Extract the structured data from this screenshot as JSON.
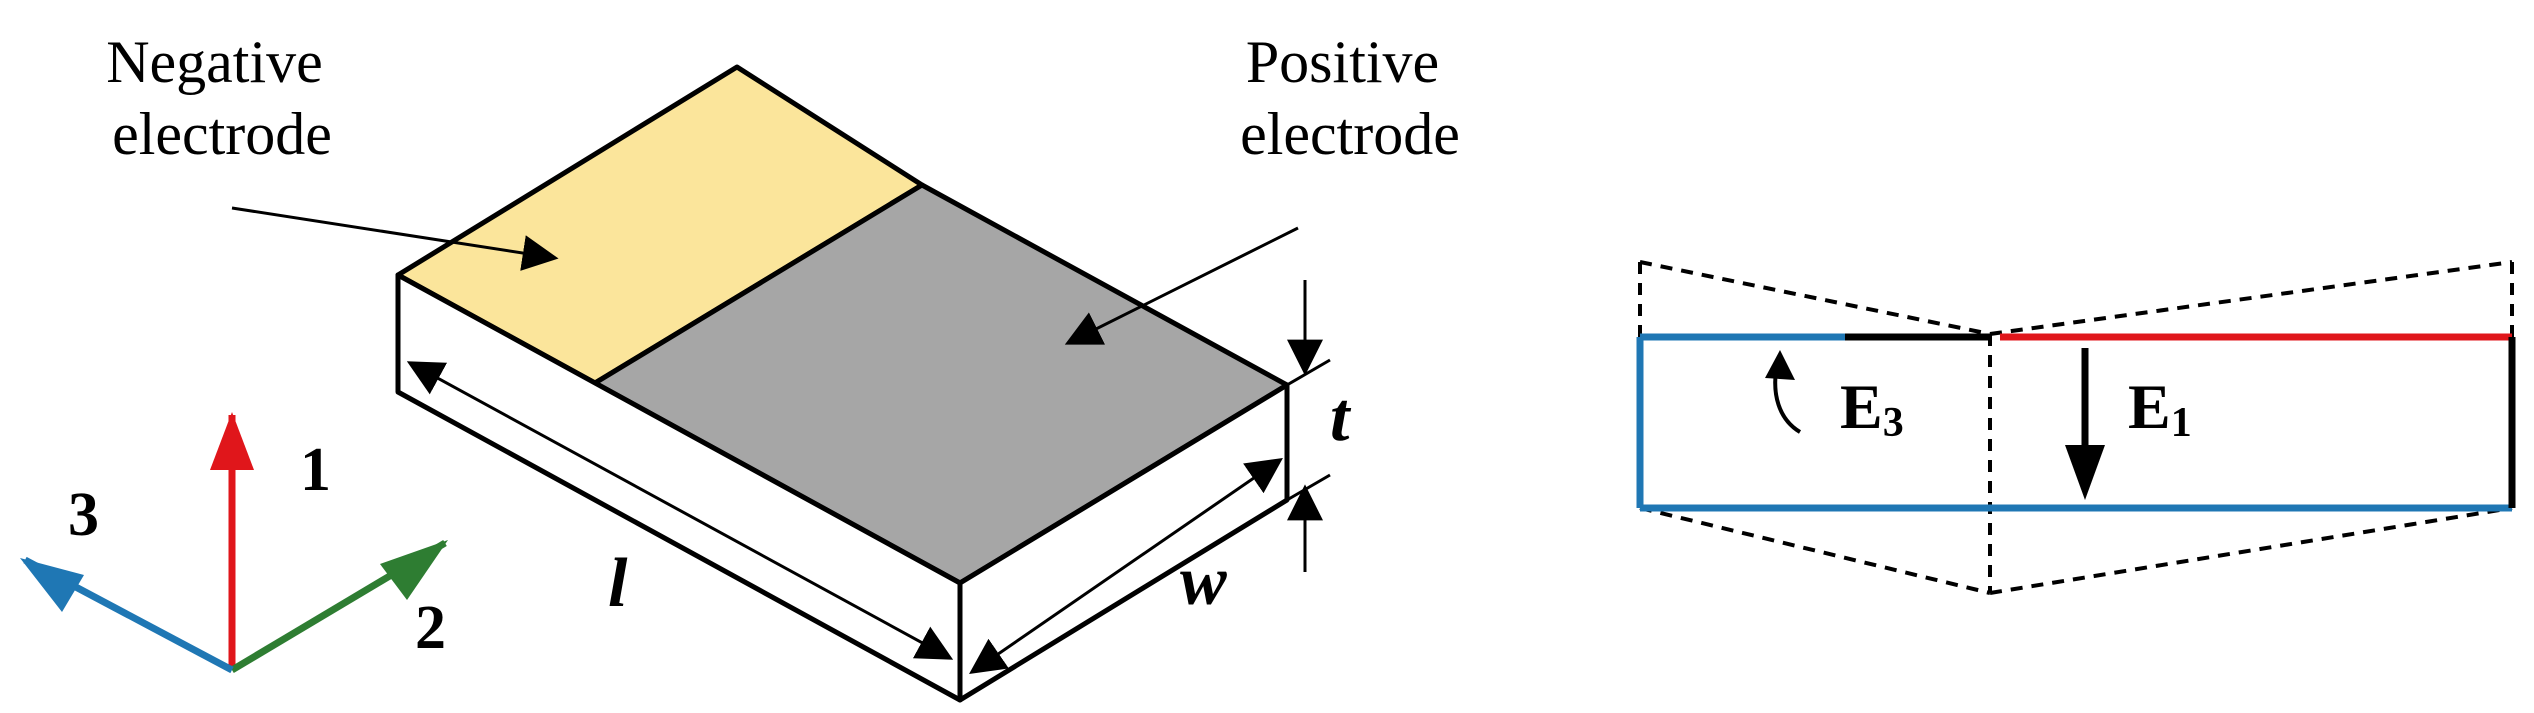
{
  "labels": {
    "negative": [
      "Negative",
      "electrode"
    ],
    "positive": [
      "Positive",
      "electrode"
    ],
    "length": "l",
    "width": "w",
    "thickness": "t"
  },
  "axes": {
    "axis1": {
      "label": "1",
      "color": "#e0161b"
    },
    "axis2": {
      "label": "2",
      "color": "#2e7d32"
    },
    "axis3": {
      "label": "3",
      "color": "#1f77b4"
    }
  },
  "fields": {
    "e3": {
      "base": "E",
      "sub": "3"
    },
    "e1": {
      "base": "E",
      "sub": "1"
    }
  },
  "colors": {
    "negative_fill": "#fbe59b",
    "positive_fill": "#a6a6a6",
    "blue_layer": "#1f77b4",
    "red_layer": "#e0161b",
    "outline": "#000000"
  }
}
